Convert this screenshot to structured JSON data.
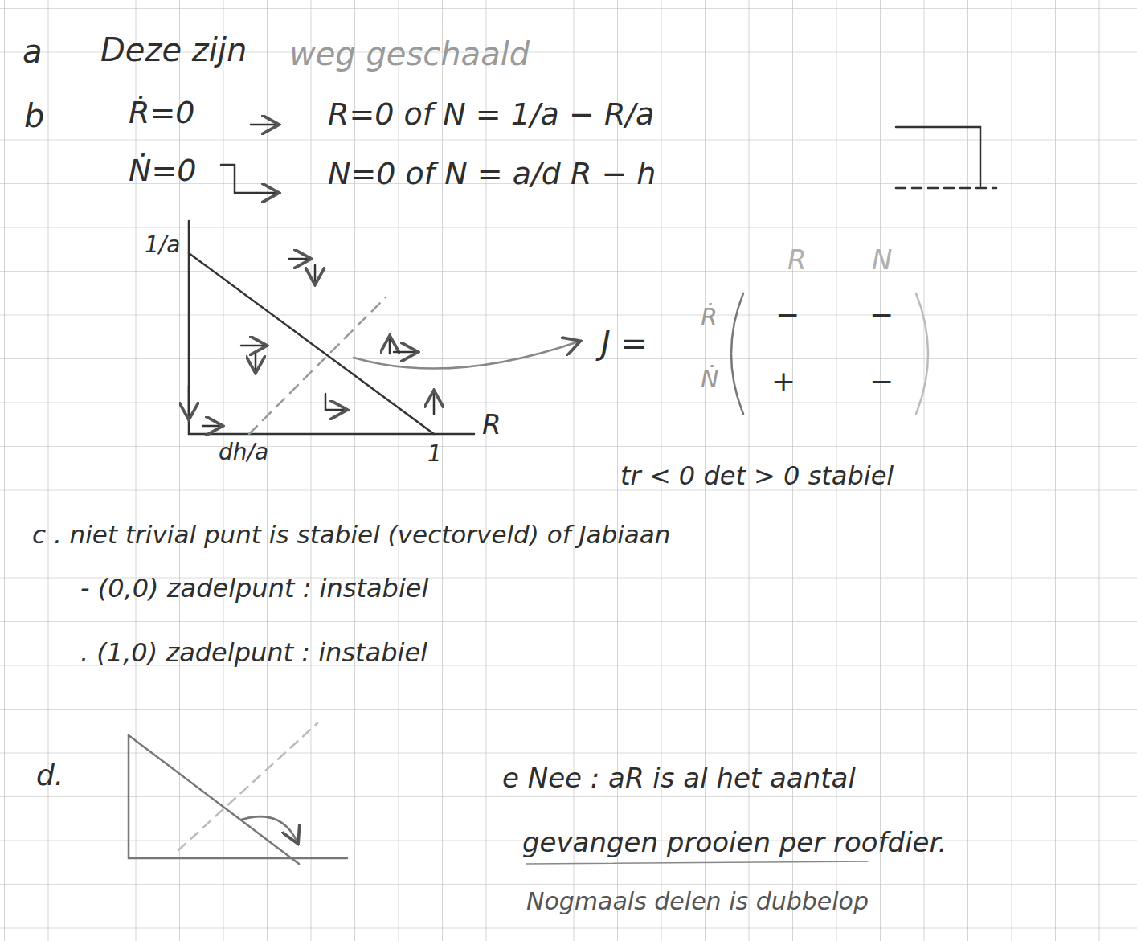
{
  "diagram": {
    "labels": [
      "a",
      "Deze zijn",
      "weg geschaald",
      "b",
      "Ṙ=0",
      "R=0 of N = 1/a − R/a",
      "Ṅ=0",
      "N=0 of N = a/d R − h",
      "1/a",
      "dh/a",
      "1",
      "R",
      "J =",
      "R",
      "N",
      "Ṙ",
      "Ṅ",
      "−",
      "−",
      "+",
      "−",
      "tr < 0   det > 0   stabiel",
      "c . niet trivial punt is stabiel (vectorveld) of Jabiaan",
      "- (0,0) zadelpunt : instabiel",
      ". (1,0) zadelpunt : instabiel",
      "d.",
      "e  Nee : aR is al het aantal",
      "gevangen prooien per roofdier.",
      "Nogmaals delen is dubbelop"
    ]
  }
}
